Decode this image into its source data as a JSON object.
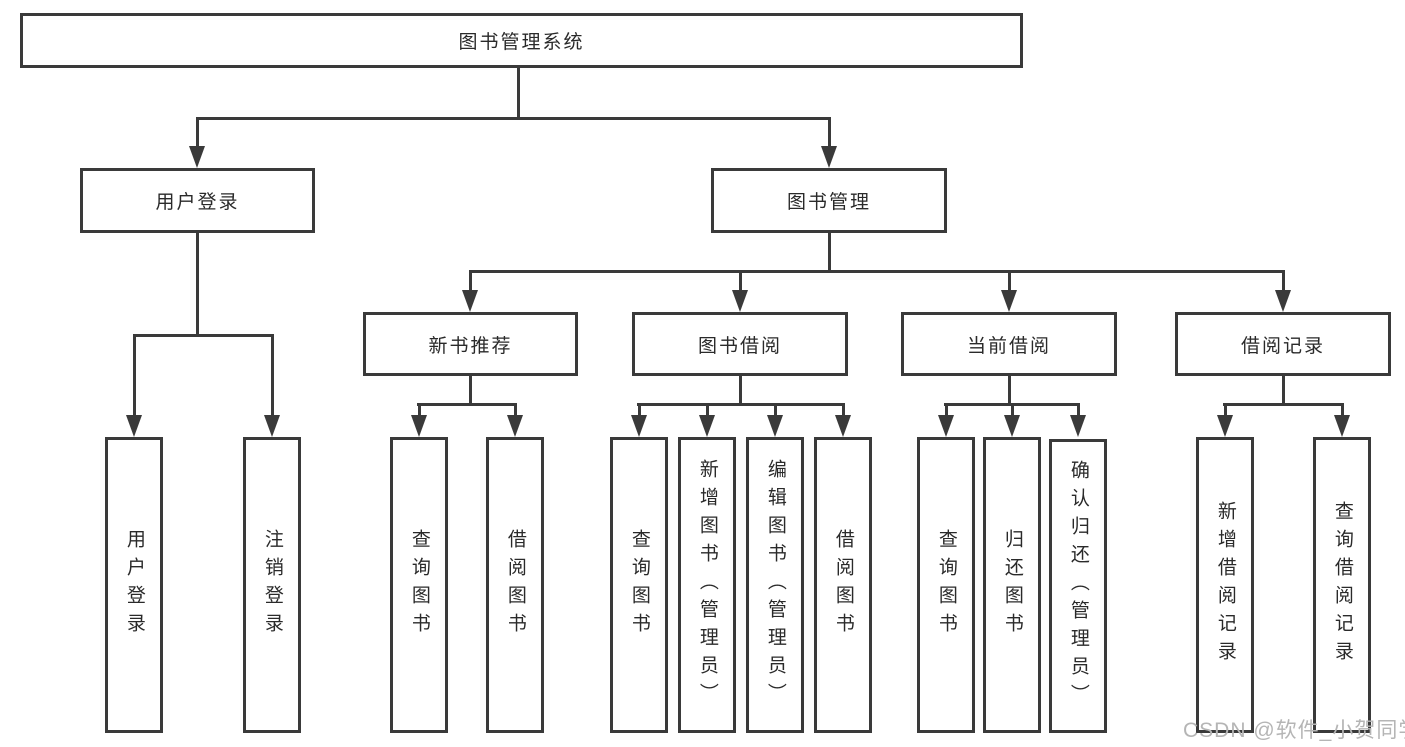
{
  "diagram": {
    "title": "图书管理系统",
    "branches": [
      {
        "label": "用户登录",
        "children": [
          {
            "label": "用户登录"
          },
          {
            "label": "注销登录"
          }
        ]
      },
      {
        "label": "图书管理",
        "children": [
          {
            "label": "新书推荐",
            "children": [
              {
                "label": "查询图书"
              },
              {
                "label": "借阅图书"
              }
            ]
          },
          {
            "label": "图书借阅",
            "children": [
              {
                "label": "查询图书"
              },
              {
                "label": "新增图书（管理员）"
              },
              {
                "label": "编辑图书（管理员）"
              },
              {
                "label": "借阅图书"
              }
            ]
          },
          {
            "label": "当前借阅",
            "children": [
              {
                "label": "查询图书"
              },
              {
                "label": "归还图书"
              },
              {
                "label": "确认归还（管理员）"
              }
            ]
          },
          {
            "label": "借阅记录",
            "children": [
              {
                "label": "新增借阅记录"
              },
              {
                "label": "查询借阅记录"
              }
            ]
          }
        ]
      }
    ]
  },
  "watermark": {
    "text": "CSDN @软件_小贺同学",
    "color": "#b5b5b5"
  },
  "colors": {
    "line": "#3a3a3a",
    "text": "#2a2a2a",
    "background": "#ffffff"
  },
  "icons": {
    "arrow_down_icon": "solid downward triangle (CSS border shape)"
  }
}
